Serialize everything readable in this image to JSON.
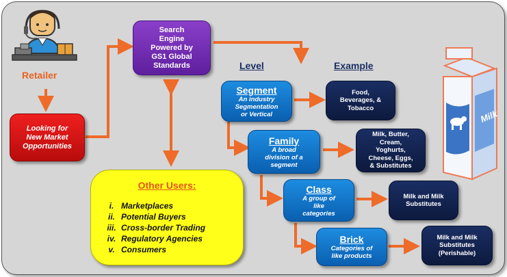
{
  "retailer": {
    "label": "Retailer",
    "icon": "retailer-at-desk-icon"
  },
  "red_box": {
    "lines": [
      "Looking for",
      "New Market",
      "Opportunities"
    ]
  },
  "search_box": {
    "lines": [
      "Search",
      "Engine",
      "Powered by",
      "GS1 Global",
      "Standards"
    ]
  },
  "headings": {
    "level": "Level",
    "example": "Example"
  },
  "levels": [
    {
      "title": "Segment",
      "desc": [
        "An industry",
        "Segmentation",
        "or Vertical"
      ],
      "example": [
        "Food,",
        "Beverages, &",
        "Tobacco"
      ]
    },
    {
      "title": "Family",
      "desc": [
        "A broad",
        "division of a",
        "segment"
      ],
      "example": [
        "Milk, Butter,",
        "Cream,",
        "Yoghurts,",
        "Cheese, Eggs,",
        "& Substitutes"
      ]
    },
    {
      "title": "Class",
      "desc": [
        "A group of",
        "like",
        "categories"
      ],
      "example": [
        "Milk and Milk",
        "Substitutes"
      ]
    },
    {
      "title": "Brick",
      "desc": [
        "Categories of",
        "like products"
      ],
      "example": [
        "Milk and Milk",
        "Substitutes",
        "(Perishable)"
      ]
    }
  ],
  "other_users": {
    "title": "Other Users:",
    "items": [
      {
        "num": "i.",
        "text": "Marketplaces"
      },
      {
        "num": "ii.",
        "text": "Potential Buyers"
      },
      {
        "num": "iii.",
        "text": "Cross-border Trading"
      },
      {
        "num": "iv.",
        "text": "Regulatory Agencies"
      },
      {
        "num": "v.",
        "text": "Consumers"
      }
    ]
  },
  "milk_carton": {
    "label": "Milk",
    "icon": "milk-carton-icon"
  },
  "colors": {
    "arrow": "#ee6b2a",
    "panel": "#d6d6d6"
  }
}
